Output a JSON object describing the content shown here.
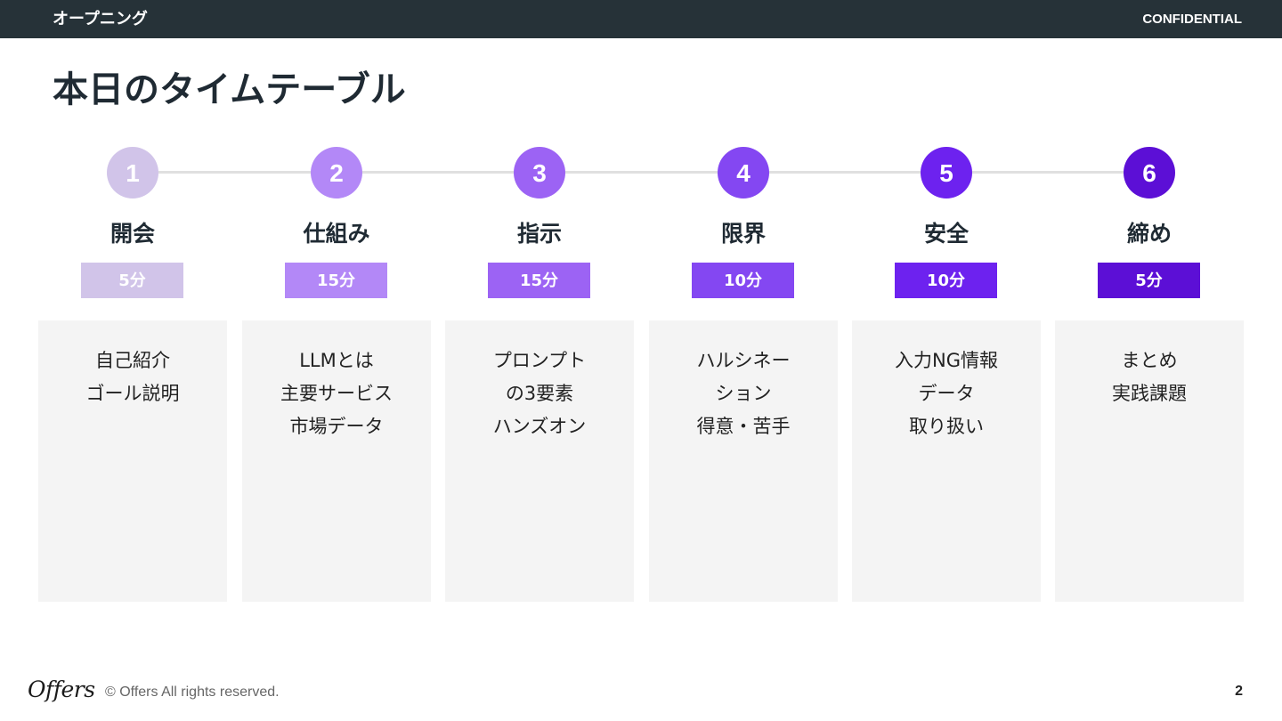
{
  "header": {
    "section": "オープニング",
    "confidential": "CONFIDENTIAL"
  },
  "title": "本日のタイムテーブル",
  "steps": [
    {
      "number": "1",
      "name": "開会",
      "duration": "5分",
      "color": "#d1c4e9",
      "lines": [
        "自己紹介",
        "ゴール説明"
      ]
    },
    {
      "number": "2",
      "name": "仕組み",
      "duration": "15分",
      "color": "#b388f7",
      "lines": [
        "LLMとは",
        "主要サービス",
        "市場データ"
      ]
    },
    {
      "number": "3",
      "name": "指示",
      "duration": "15分",
      "color": "#9c63f4",
      "lines": [
        "プロンプト",
        "の3要素",
        "ハンズオン"
      ]
    },
    {
      "number": "4",
      "name": "限界",
      "duration": "10分",
      "color": "#8447f2",
      "lines": [
        "ハルシネー",
        "ション",
        "得意・苦手"
      ]
    },
    {
      "number": "5",
      "name": "安全",
      "duration": "10分",
      "color": "#6d22ef",
      "lines": [
        "入力NG情報",
        "データ",
        "取り扱い"
      ]
    },
    {
      "number": "6",
      "name": "締め",
      "duration": "5分",
      "color": "#5c0fd6",
      "lines": [
        "まとめ",
        "実践課題"
      ]
    }
  ],
  "footer": {
    "logo": "Offers",
    "copyright": "© Offers All rights reserved.",
    "page": "2"
  }
}
